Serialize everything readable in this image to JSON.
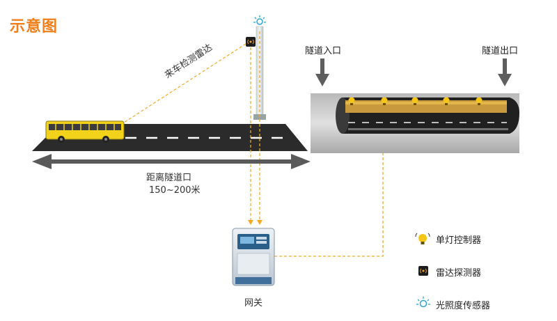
{
  "title": "示意图",
  "radar_label": "来车检测雷达",
  "distance_label": "距离隧道口",
  "distance_value": "150~200米",
  "tunnel_entry": "隧道入口",
  "tunnel_exit": "隧道出口",
  "gateway_label": "网关",
  "legend": [
    {
      "icon": "bulb-icon",
      "label": "单灯控制器"
    },
    {
      "icon": "radar-icon",
      "label": "雷达探测器"
    },
    {
      "icon": "light-sensor-icon",
      "label": "光照度传感器"
    }
  ],
  "colors": {
    "accent": "#f07f1a",
    "dashed": "#f5a623",
    "road": "#2b2b2b",
    "arrow": "#5a5a5a"
  }
}
